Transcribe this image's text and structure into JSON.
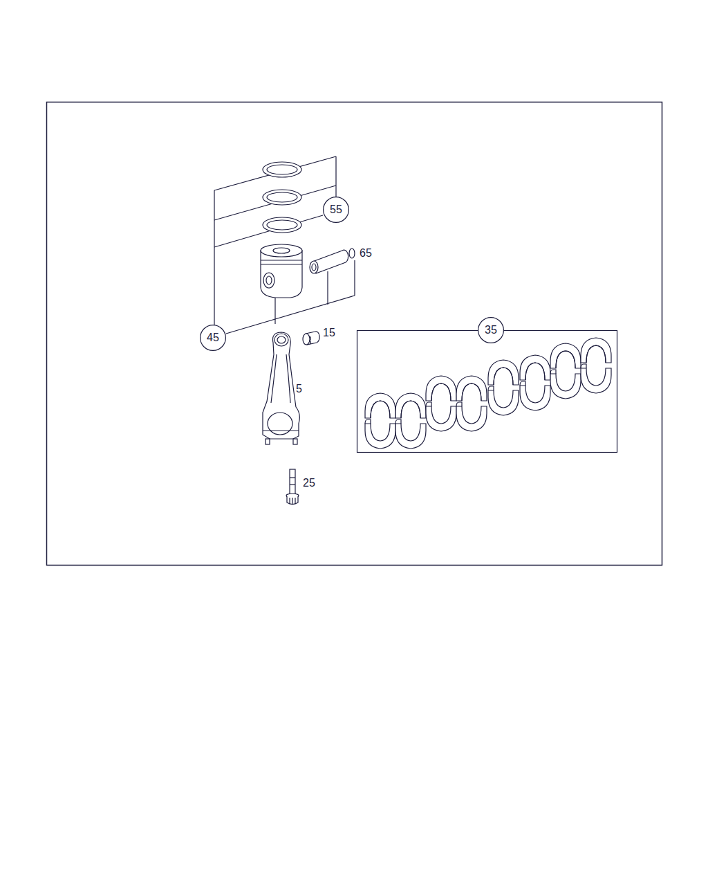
{
  "diagram": {
    "nodes": [
      {
        "text": [
          "55"
        ]
      },
      {
        "text": [
          "45"
        ]
      },
      {
        "text": [
          "35"
        ]
      }
    ],
    "labels": [
      "65",
      "15",
      "5",
      "25"
    ]
  }
}
